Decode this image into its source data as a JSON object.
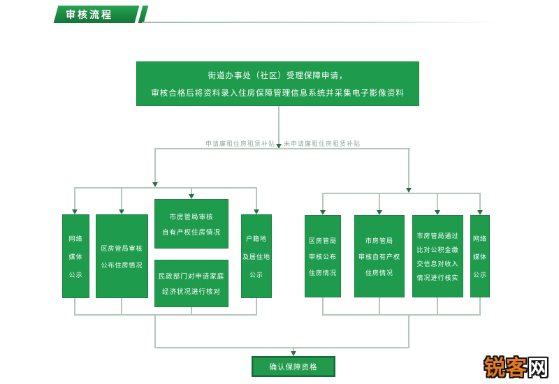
{
  "page": {
    "title_banner": "审核流程",
    "watermark": {
      "part1": "锐客",
      "part2": "网"
    }
  },
  "colors": {
    "box_green": "#1f9b4d",
    "banner_green": "#1b8a40",
    "connector_line": "#b2c8ba",
    "arrowhead": "#2f6b48",
    "branch_label_gray": "#98aa9e",
    "watermark_orange": "#e87b1e",
    "watermark_white": "#ffffff",
    "background": "#ffffff"
  },
  "flow": {
    "top_box": {
      "line1": "街道办事处（社区）受理保障申请，",
      "line2": "审核合格后将资料录入住房保障管理信息系统并采集电子影像资料"
    },
    "branch_labels": {
      "left": "申请廉租住房租赁补贴",
      "right": "未申请廉租住房租赁补贴"
    },
    "left_group": {
      "box1": {
        "lines": [
          "网络",
          "媒体",
          "公示"
        ]
      },
      "box2": {
        "lines": [
          "区房管局审核",
          "公布住房情况"
        ]
      },
      "box3": {
        "lines": [
          "市房管局审核",
          "自有产权住房情况"
        ]
      },
      "box4": {
        "lines": [
          "民政部门对申请家庭",
          "经济状况进行核对"
        ]
      },
      "box5": {
        "lines": [
          "户籍地",
          "及居住地",
          "公示"
        ]
      }
    },
    "right_group": {
      "box1": {
        "lines": [
          "区房管局",
          "审核公布",
          "住房情况"
        ]
      },
      "box2": {
        "lines": [
          "市房管局",
          "审核自有产权",
          "住房情况"
        ]
      },
      "box3": {
        "lines": [
          "市房管局通过",
          "比对公积金缴",
          "交信息对收入",
          "情况进行核实"
        ]
      },
      "box4": {
        "lines": [
          "网络",
          "媒体",
          "公示"
        ]
      }
    },
    "final_box": {
      "label": "确认保障资格"
    }
  }
}
